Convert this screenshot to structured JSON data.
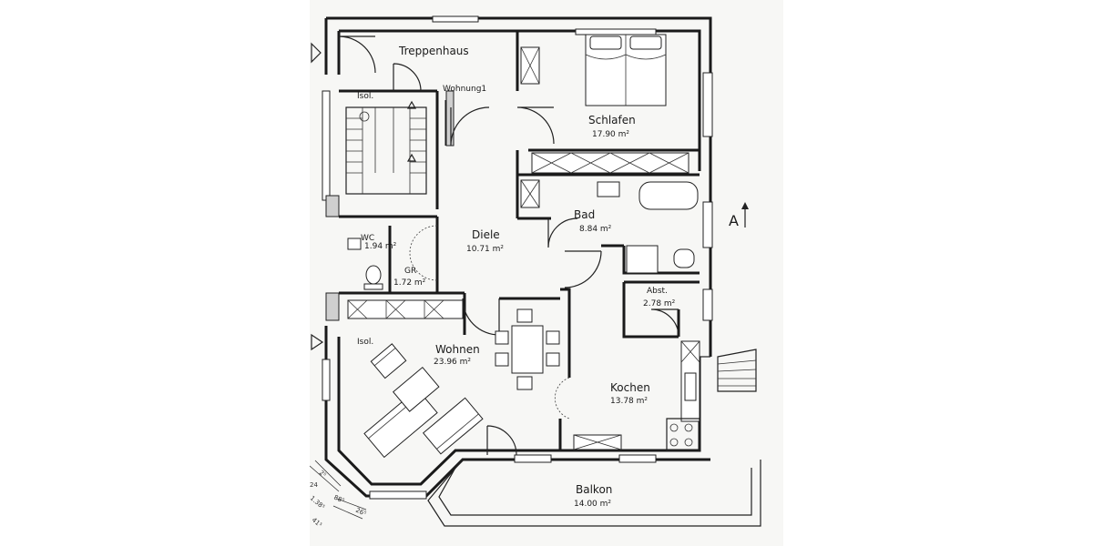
{
  "rooms": {
    "treppenhaus": {
      "name": "Treppenhaus"
    },
    "wohnung": {
      "name": "Wohnung1"
    },
    "schlafen": {
      "name": "Schlafen",
      "area": "17.90  m²"
    },
    "bad": {
      "name": "Bad",
      "area": "8.84  m²"
    },
    "diele": {
      "name": "Diele",
      "area": "10.71  m²"
    },
    "wc": {
      "name": "WC",
      "area": "1.94  m²"
    },
    "gr": {
      "name": "GR",
      "area": "1.72  m²"
    },
    "abst": {
      "name": "Abst.",
      "area": "2.78  m²"
    },
    "wohnen": {
      "name": "Wohnen",
      "area": "23.96  m²"
    },
    "kochen": {
      "name": "Kochen",
      "area": "13.78  m²"
    },
    "balkon": {
      "name": "Balkon",
      "area": "14.00  m²"
    }
  },
  "annotations": {
    "isol_top": "Isol.",
    "isol_bottom": "Isol.",
    "section_marker": "A",
    "dim_1": "1.38⁵",
    "dim_2": "88⁵",
    "dim_3": "26⁵",
    "dim_4": "2⁵",
    "dim_5": "41⁵",
    "dim_6": "24"
  },
  "colors": {
    "line": "#1a1a1a",
    "paper": "#f7f7f5",
    "hatch": "#cfcfcf"
  }
}
